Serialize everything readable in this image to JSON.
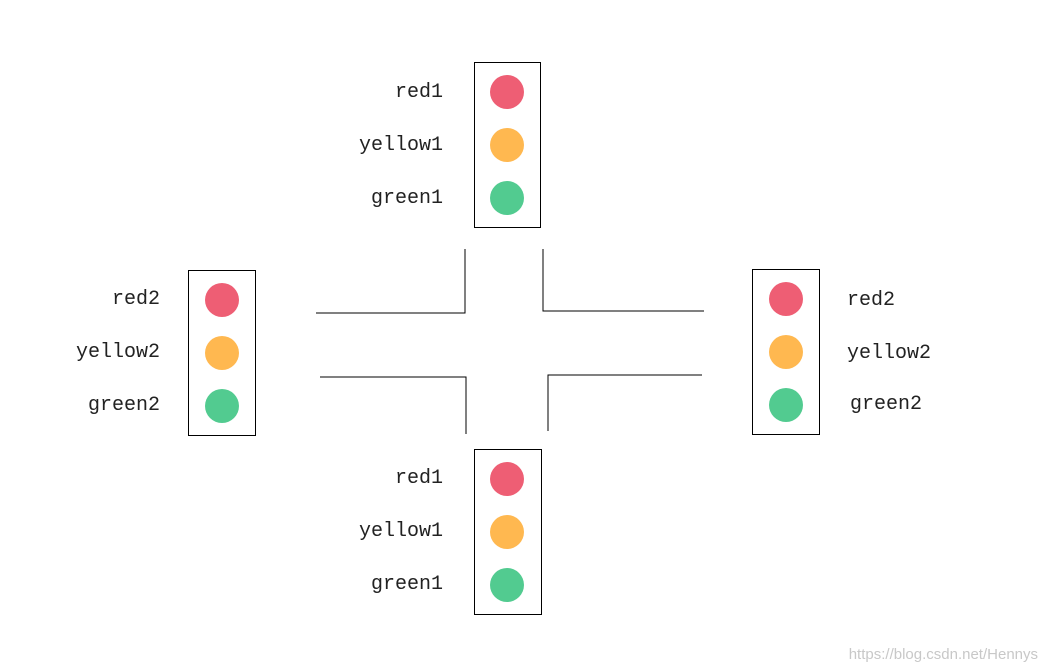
{
  "colors": {
    "red": "#EE5E74",
    "yellow": "#FFB850",
    "green": "#52CB90",
    "border": "#000000"
  },
  "lights": {
    "top": {
      "labels": [
        "red1",
        "yellow1",
        "green1"
      ]
    },
    "left": {
      "labels": [
        "red2",
        "yellow2",
        "green2"
      ]
    },
    "right": {
      "labels": [
        "red2",
        "yellow2",
        "green2"
      ]
    },
    "bottom": {
      "labels": [
        "red1",
        "yellow1",
        "green1"
      ]
    }
  },
  "watermark": "https://blog.csdn.net/Hennys"
}
